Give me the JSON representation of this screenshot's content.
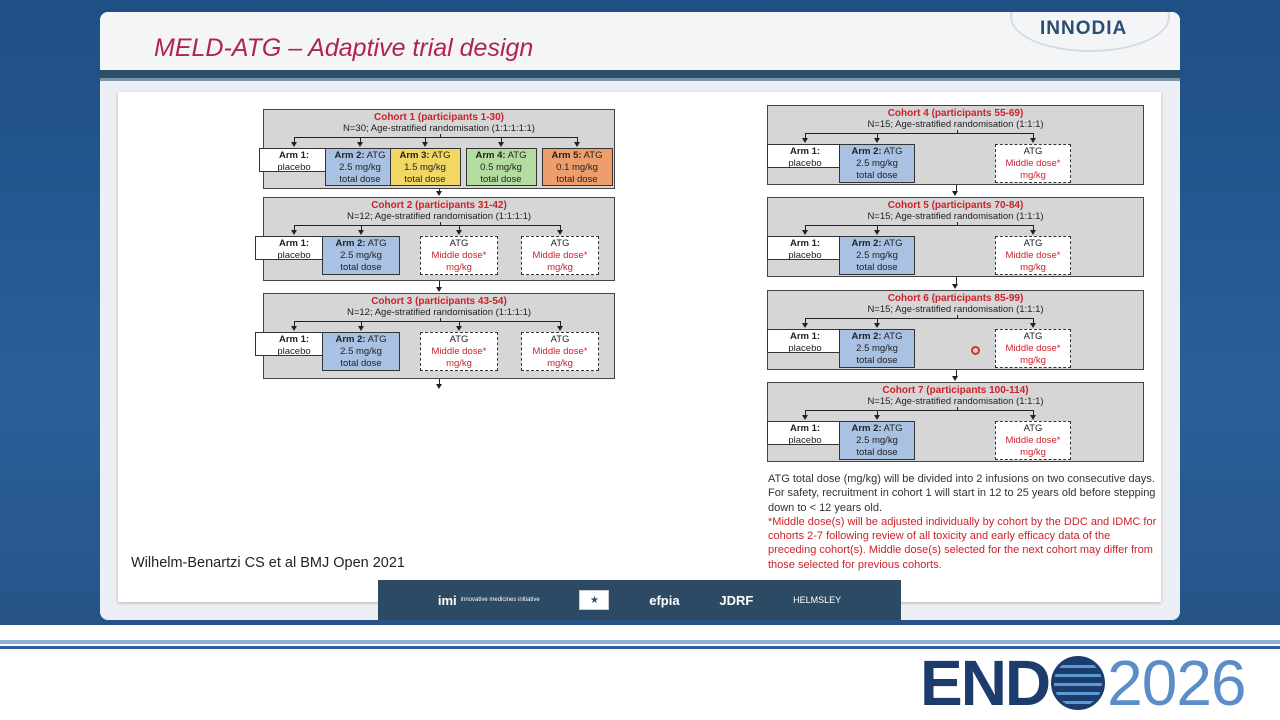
{
  "slide": {
    "title": "MELD-ATG – Adaptive trial design",
    "logo": "INNODIA"
  },
  "cohorts": [
    {
      "title": "Cohort 1 (participants 1-30)",
      "subtitle": "N=30; Age-stratified randomisation (1:1:1:1:1)",
      "arms": [
        {
          "label": "Arm 1:",
          "dose": "placebo",
          "note": "",
          "color": "#ffffff",
          "dashed": false
        },
        {
          "label": "Arm 2:",
          "head": "ATG",
          "dose": "2.5 mg/kg",
          "note": "total dose",
          "color": "#a9c1e2",
          "dashed": false
        },
        {
          "label": "Arm 3:",
          "head": "ATG",
          "dose": "1.5 mg/kg",
          "note": "total dose",
          "color": "#f2d862",
          "dashed": false
        },
        {
          "label": "Arm 4:",
          "head": "ATG",
          "dose": "0.5 mg/kg",
          "note": "total dose",
          "color": "#b5dca0",
          "dashed": false
        },
        {
          "label": "Arm 5:",
          "head": "ATG",
          "dose": "0.1 mg/kg",
          "note": "total dose",
          "color": "#ee9d6c",
          "dashed": false
        }
      ]
    },
    {
      "title": "Cohort 2 (participants 31-42)",
      "subtitle": "N=12; Age-stratified randomisation (1:1:1:1)",
      "arms": [
        {
          "label": "Arm 1:",
          "dose": "placebo"
        },
        {
          "label": "Arm 2:",
          "head": "ATG",
          "dose": "2.5 mg/kg",
          "note": "total dose"
        },
        {
          "head": "ATG",
          "dose": "Middle dose*",
          "note": "mg/kg"
        },
        {
          "head": "ATG",
          "dose": "Middle dose*",
          "note": "mg/kg"
        }
      ]
    },
    {
      "title": "Cohort 3 (participants 43-54)",
      "subtitle": "N=12; Age-stratified randomisation (1:1:1:1)",
      "arms": [
        {
          "label": "Arm 1:",
          "dose": "placebo"
        },
        {
          "label": "Arm 2:",
          "head": "ATG",
          "dose": "2.5 mg/kg",
          "note": "total dose"
        },
        {
          "head": "ATG",
          "dose": "Middle dose*",
          "note": "mg/kg"
        },
        {
          "head": "ATG",
          "dose": "Middle dose*",
          "note": "mg/kg"
        }
      ]
    },
    {
      "title": "Cohort 4 (participants 55-69)",
      "subtitle": "N=15; Age-stratified randomisation (1:1:1)",
      "arms": [
        {
          "label": "Arm 1:",
          "dose": "placebo"
        },
        {
          "label": "Arm 2:",
          "head": "ATG",
          "dose": "2.5 mg/kg",
          "note": "total dose"
        },
        {
          "head": "ATG",
          "dose": "Middle dose*",
          "note": "mg/kg"
        }
      ]
    },
    {
      "title": "Cohort 5 (participants 70-84)",
      "subtitle": "N=15; Age-stratified randomisation (1:1:1)",
      "arms": [
        {
          "label": "Arm 1:",
          "dose": "placebo"
        },
        {
          "label": "Arm 2:",
          "head": "ATG",
          "dose": "2.5 mg/kg",
          "note": "total dose"
        },
        {
          "head": "ATG",
          "dose": "Middle dose*",
          "note": "mg/kg"
        }
      ]
    },
    {
      "title": "Cohort 6 (participants 85-99)",
      "subtitle": "N=15; Age-stratified randomisation (1:1:1)",
      "arms": [
        {
          "label": "Arm 1:",
          "dose": "placebo"
        },
        {
          "label": "Arm 2:",
          "head": "ATG",
          "dose": "2.5 mg/kg",
          "note": "total dose"
        },
        {
          "head": "ATG",
          "dose": "Middle dose*",
          "note": "mg/kg"
        }
      ]
    },
    {
      "title": "Cohort 7 (participants 100-114)",
      "subtitle": "N=15; Age-stratified randomisation (1:1:1)",
      "arms": [
        {
          "label": "Arm 1:",
          "dose": "placebo"
        },
        {
          "label": "Arm 2:",
          "head": "ATG",
          "dose": "2.5 mg/kg",
          "note": "total dose"
        },
        {
          "head": "ATG",
          "dose": "Middle dose*",
          "note": "mg/kg"
        }
      ]
    }
  ],
  "notes": {
    "dose_note": "ATG total dose (mg/kg) will be divided into 2 infusions on two consecutive days. For safety, recruitment in cohort 1 will start in 12 to 25 years old before stepping down to < 12 years old.",
    "middle_note": "*Middle dose(s) will be adjusted individually by cohort by the DDC and IDMC for cohorts 2-7 following review of all toxicity and early efficacy data of the preceding cohort(s). Middle dose(s) selected for the next cohort may differ from those selected for previous cohorts."
  },
  "citation": "Wilhelm-Benartzi CS et al BMJ Open 2021",
  "funders": {
    "imi_text": "imi",
    "imi_small": "innovative medicines initiative",
    "efpia": "efpia",
    "jdrf": "JDRF",
    "helmsley": "HELMSLEY"
  },
  "footer": {
    "endo_bold": "END",
    "endo_year": "2026"
  },
  "colors": {
    "title_red": "#b0254e",
    "cohort_red": "#cc2229",
    "arm2_blue": "#a9c1e2"
  }
}
